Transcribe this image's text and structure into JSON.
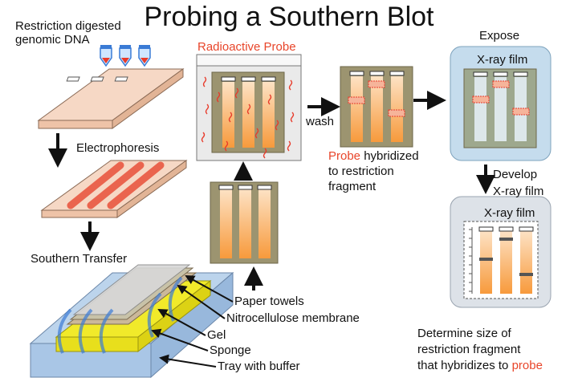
{
  "title": "Probing a Southern Blot",
  "steps": {
    "digested_dna_line1": "Restriction digested",
    "digested_dna_line2": "genomic DNA",
    "electrophoresis": "Electrophoresis",
    "southern_transfer": "Southern Transfer",
    "radioactive_probe": "Radioactive Probe",
    "wash": "wash",
    "hybrid_probe_word": "Probe",
    "hybrid_line1_rest": " hybridized",
    "hybrid_line2": "to restriction",
    "hybrid_line3": "fragment",
    "expose": "Expose",
    "xray_film_1": "X-ray film",
    "develop_line1": "Develop",
    "develop_line2": "X-ray film",
    "xray_film_2": "X-ray film",
    "determine_line1": "Determine size of",
    "determine_line2": "restriction fragment",
    "determine_line3_prefix": "that hybridizes to ",
    "determine_probe_word": "probe"
  },
  "layers": {
    "paper_towels": "Paper towels",
    "nitrocellulose": "Nitrocellulose membrane",
    "gel": "Gel",
    "sponge": "Sponge",
    "tray": "Tray with buffer"
  },
  "colors": {
    "probe_red": "#e8452a",
    "gel_pink": "#f5d7c4",
    "membrane_olive": "#9c9470",
    "film_blue": "#bcd8e6",
    "lane_orange": "#f7a04a",
    "sponge_yellow": "#f2ec2a"
  }
}
